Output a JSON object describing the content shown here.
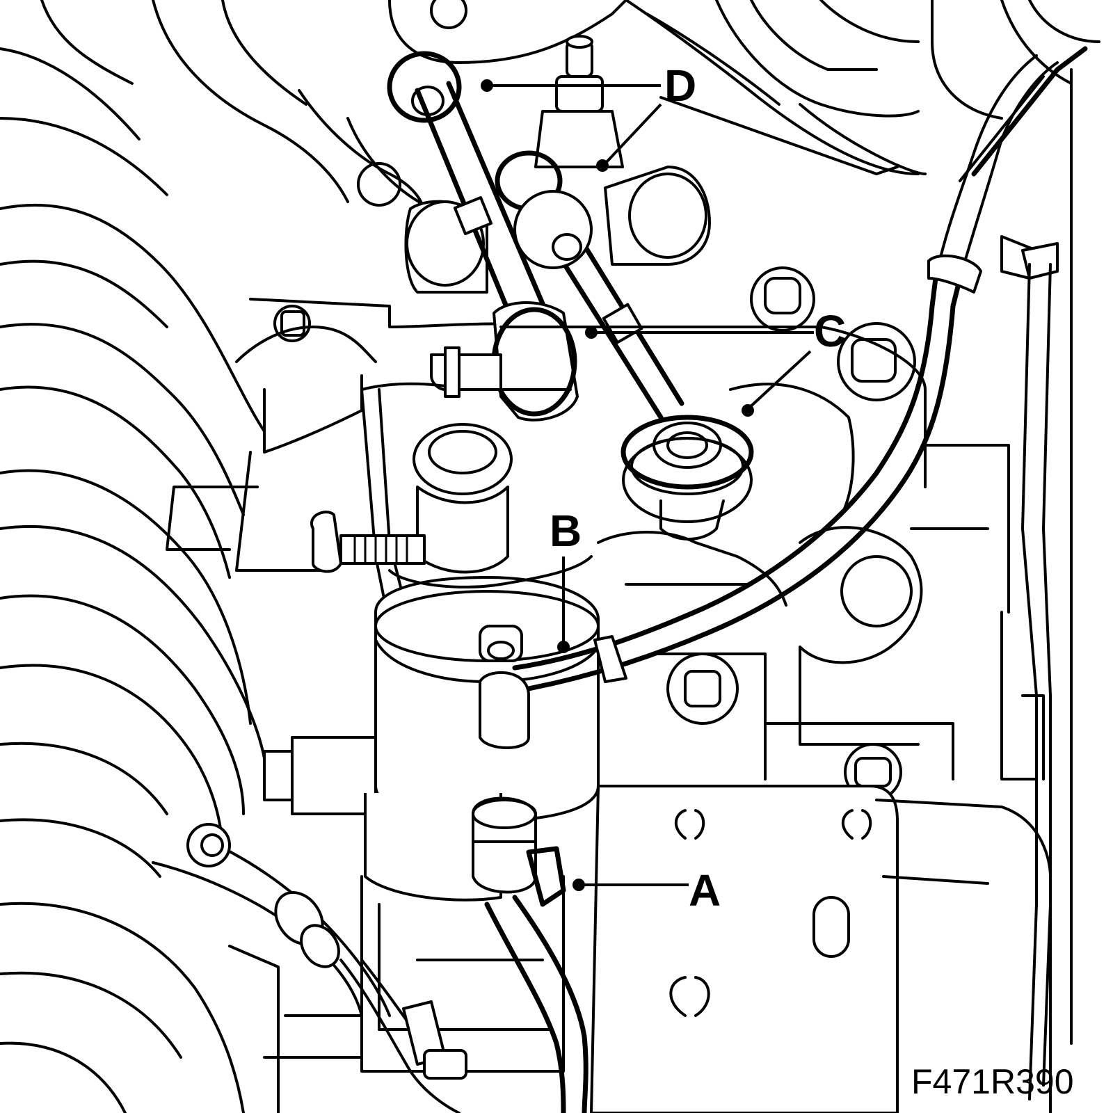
{
  "figure": {
    "id_label": "F471R390"
  },
  "callouts": {
    "a": "A",
    "b": "B",
    "c": "C",
    "d": "D"
  }
}
